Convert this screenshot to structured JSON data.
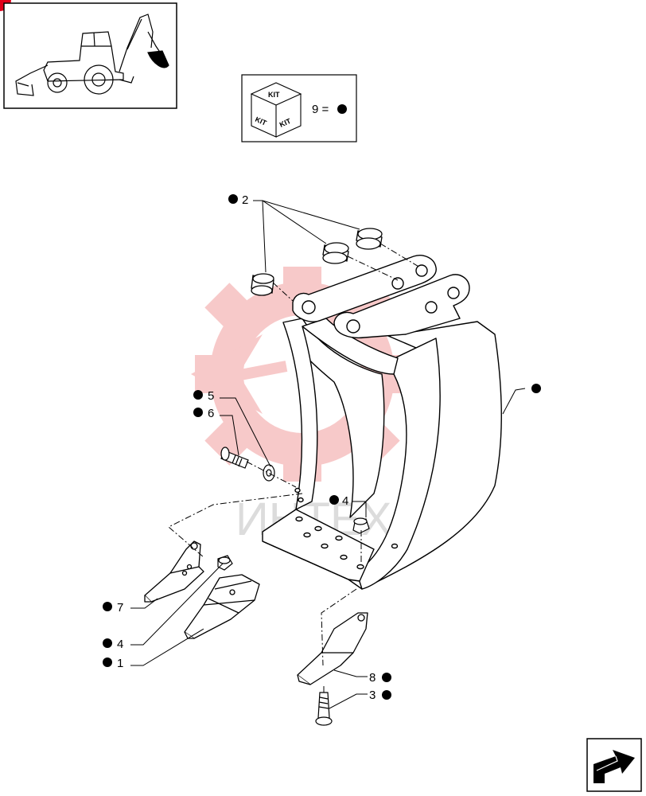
{
  "kit_legend": {
    "cube_label": "KIT",
    "equation": "9 ="
  },
  "watermark": {
    "text": "ИНТЕХ"
  },
  "callouts": {
    "c2": "2",
    "c5": "5",
    "c6": "6",
    "c4a": "4",
    "c7": "7",
    "c4b": "4",
    "c1": "1",
    "c8": "8",
    "c3": "3"
  },
  "colors": {
    "line": "#000000",
    "watermark": "#f7c4c4",
    "corner_mark": "#e0001a"
  }
}
